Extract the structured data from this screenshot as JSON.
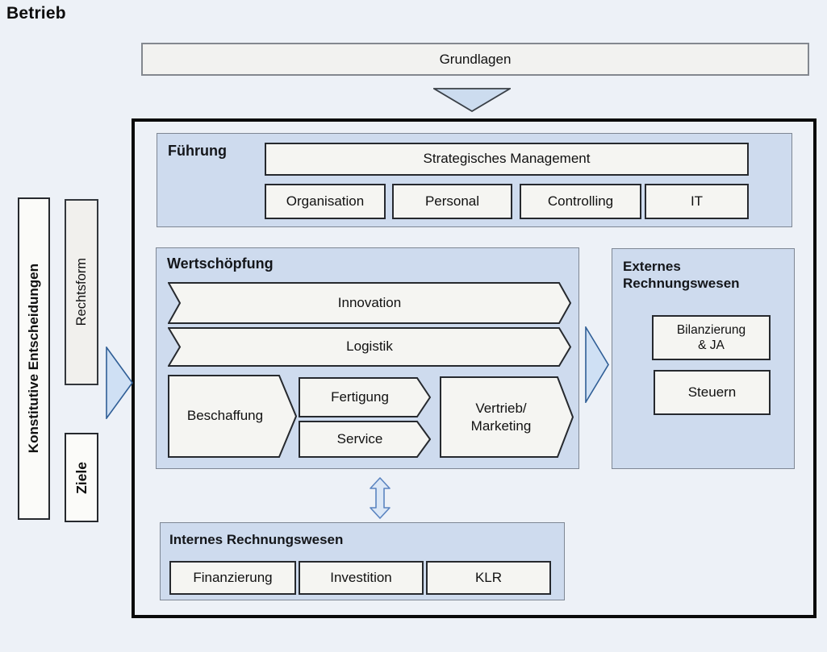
{
  "page": {
    "title": "Betrieb"
  },
  "colors": {
    "background": "#edf1f7",
    "section_fill": "#cedbee",
    "section_border": "#7e8794",
    "box_fill": "#f5f5f2",
    "box_border": "#26292e",
    "frame_border": "#0a0a0a",
    "arrow_fill": "#cfe0f4",
    "arrow_border": "#2f5e96",
    "down_arrow_fill": "#ccdcef",
    "double_arrow_fill": "#dbe7f6",
    "double_arrow_border": "#5b84c0"
  },
  "grundlagen": {
    "label": "Grundlagen"
  },
  "fuehrung": {
    "title": "Führung",
    "strategic": "Strategisches Management",
    "items": [
      "Organisation",
      "Personal",
      "Controlling",
      "IT"
    ]
  },
  "wertschoepfung": {
    "title": "Wertschöpfung",
    "innovation": "Innovation",
    "logistik": "Logistik",
    "beschaffung": "Beschaffung",
    "fertigung": "Fertigung",
    "service": "Service",
    "vertrieb_line1": "Vertrieb/",
    "vertrieb_line2": "Marketing"
  },
  "externes": {
    "title_line1": "Externes",
    "title_line2": "Rechnungswesen",
    "bilanzierung_line1": "Bilanzierung",
    "bilanzierung_line2": "& JA",
    "steuern": "Steuern"
  },
  "internes": {
    "title": "Internes Rechnungswesen",
    "items": [
      "Finanzierung",
      "Investition",
      "KLR"
    ]
  },
  "left_rail": {
    "konstitutive": "Konstitutive Entscheidungen",
    "rechtsform": "Rechtsform",
    "ziele": "Ziele"
  }
}
